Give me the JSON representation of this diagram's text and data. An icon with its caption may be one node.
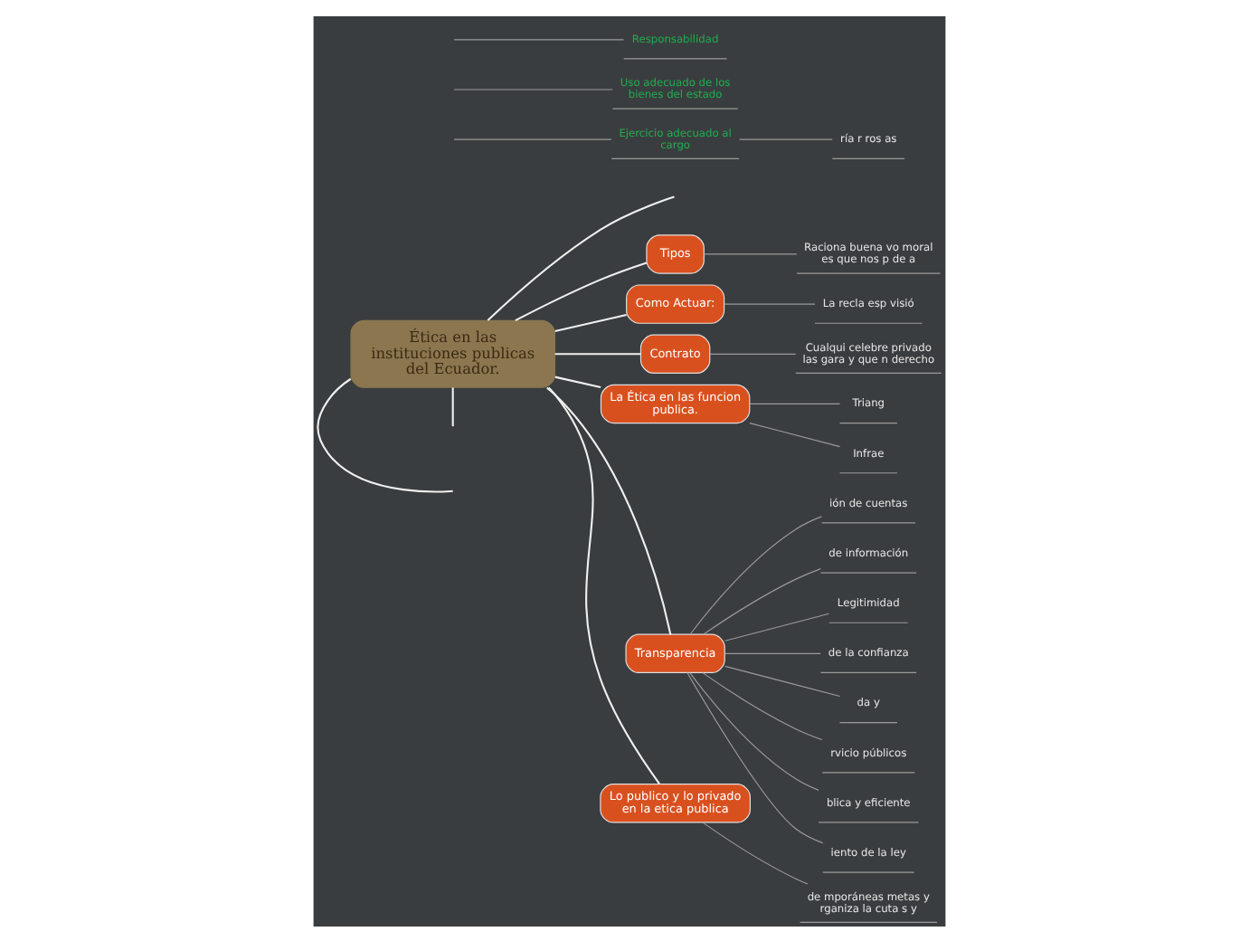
{
  "diagram": {
    "nodes": [
      {
        "text": [
          "Ética en las instituciones publicas del Ecuador."
        ]
      },
      {
        "text": [
          "Tipos"
        ]
      },
      {
        "text": [
          "Raciona buena vo moral es que nos p de a"
        ]
      },
      {
        "text": [
          "Como Actuar:"
        ]
      },
      {
        "text": [
          "La recla esp visió"
        ]
      },
      {
        "text": [
          "Contrato"
        ]
      },
      {
        "text": [
          "Cualqui celebre privado las gara y que n derecho"
        ]
      },
      {
        "text": [
          "La Ética en las funcion publica."
        ]
      },
      {
        "text": [
          "Triang"
        ]
      },
      {
        "text": [
          "Infrae"
        ]
      },
      {
        "text": [
          "Transparencia"
        ]
      },
      {
        "text": [
          "ión de cuentas"
        ]
      },
      {
        "text": [
          "de información"
        ]
      },
      {
        "text": [
          "Legitimidad"
        ]
      },
      {
        "text": [
          "de la confianza"
        ]
      },
      {
        "text": [
          "da y"
        ]
      },
      {
        "text": [
          "rvicio públicos"
        ]
      },
      {
        "text": [
          "blica y eficiente"
        ]
      },
      {
        "text": [
          "iento de la ley"
        ]
      },
      {
        "text": [
          "Lo publico y lo privado en la etica publica"
        ]
      },
      {
        "text": [
          "de mporáneas metas y rganiza la cuta s y"
        ]
      },
      {
        "text": [
          "Ejercicio adecuado al cargo"
        ]
      },
      {
        "text": [
          "ría r ros as"
        ]
      },
      {
        "text": [
          "Uso adecuado de los bienes del estado"
        ]
      },
      {
        "text": [
          "Responsabilidad"
        ]
      }
    ],
    "edges": [
      {
        "from": 0,
        "to": null,
        "arrow": "none",
        "color": "#f0f0f0"
      },
      {
        "from": 0,
        "to": null,
        "arrow": "none",
        "color": "#f0f0f0"
      },
      {
        "from": 0,
        "to": null,
        "arrow": "none",
        "color": "#f0f0f0"
      },
      {
        "from": 0,
        "to": 1,
        "arrow": "none",
        "color": "#f0f0f0"
      },
      {
        "from": 1,
        "to": 2,
        "arrow": "none"
      },
      {
        "from": 0,
        "to": 3,
        "arrow": "none",
        "color": "#f0f0f0"
      },
      {
        "from": 3,
        "to": 4,
        "arrow": "none"
      },
      {
        "from": 0,
        "to": 5,
        "arrow": "none",
        "color": "#f0f0f0"
      },
      {
        "from": 5,
        "to": 6,
        "arrow": "none"
      },
      {
        "from": 0,
        "to": 7,
        "arrow": "none",
        "color": "#f0f0f0"
      },
      {
        "from": 7,
        "to": 8,
        "arrow": "none"
      },
      {
        "from": 7,
        "to": 9,
        "arrow": "none"
      },
      {
        "from": 0,
        "to": 10,
        "arrow": "none",
        "color": "#f0f0f0"
      },
      {
        "from": 10,
        "to": 11,
        "arrow": "none"
      },
      {
        "from": 10,
        "to": 12,
        "arrow": "none"
      },
      {
        "from": 10,
        "to": 13,
        "arrow": "none"
      },
      {
        "from": 10,
        "to": 14,
        "arrow": "none"
      },
      {
        "from": 10,
        "to": 15,
        "arrow": "none"
      },
      {
        "from": 10,
        "to": 16,
        "arrow": "none"
      },
      {
        "from": 10,
        "to": 17,
        "arrow": "none"
      },
      {
        "from": 10,
        "to": 18,
        "arrow": "none"
      },
      {
        "from": 0,
        "to": 19,
        "arrow": "none",
        "color": "#f0f0f0"
      },
      {
        "from": 19,
        "to": 20,
        "arrow": "none"
      },
      {
        "from": null,
        "to": 21,
        "arrow": "none"
      },
      {
        "from": 21,
        "to": 22,
        "arrow": "none"
      },
      {
        "from": null,
        "to": 23,
        "arrow": "none"
      },
      {
        "from": null,
        "to": 24,
        "arrow": "none"
      }
    ]
  }
}
